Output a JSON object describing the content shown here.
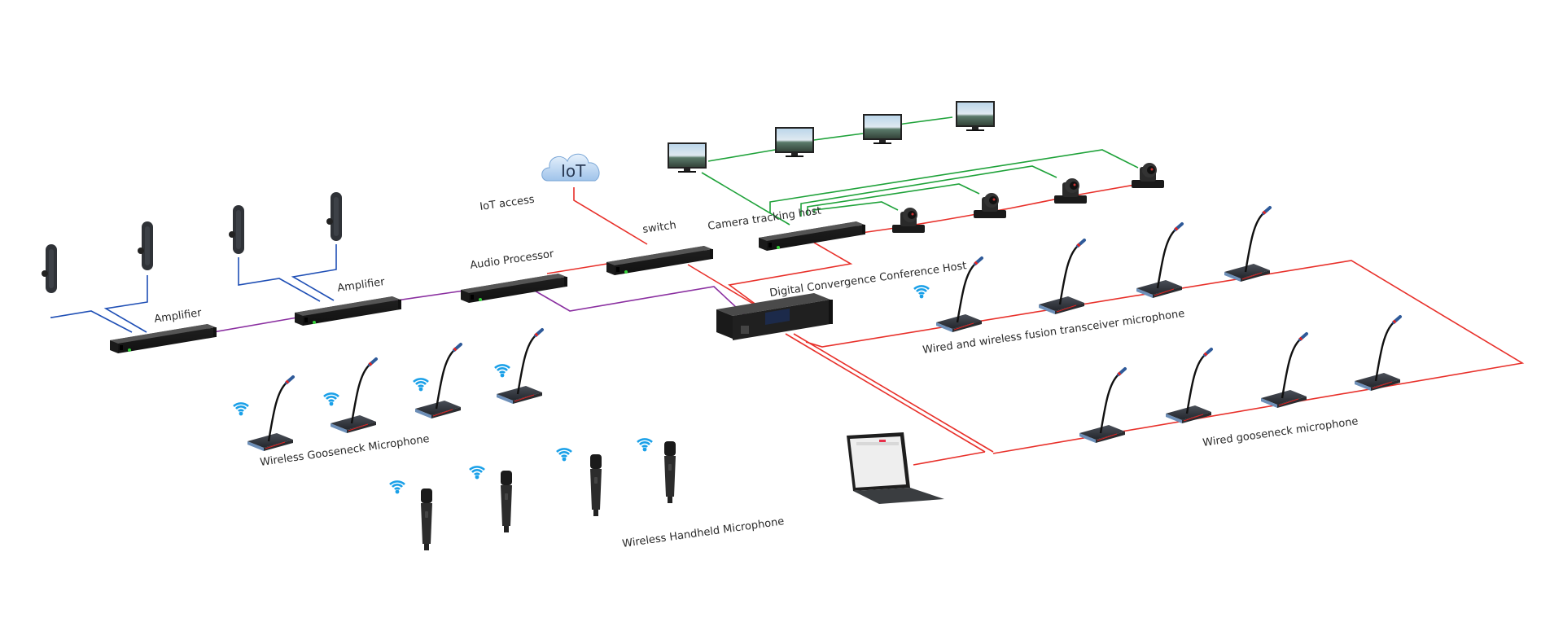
{
  "title": "Digital convergence conference system topology",
  "colors": {
    "audio_link": "#1f4fb5",
    "amp_link": "#8a2fa0",
    "network_link": "#e8302a",
    "video_link": "#1fa23a",
    "wifi": "#1aa0e8",
    "device_dark": "#2d2d2d"
  },
  "labels": {
    "iot_cloud": "IoT",
    "iot_access": "IoT access",
    "switch": "switch",
    "audio_processor": "Audio Processor",
    "amplifier_1": "Amplifier",
    "amplifier_2": "Amplifier",
    "camera_tracking_host": "Camera tracking host",
    "conference_host": "Digital Convergence Conference Host",
    "fusion_mics": "Wired and wireless fusion transceiver microphone",
    "wired_mics": "Wired gooseneck microphone",
    "wireless_gooseneck": "Wireless Gooseneck Microphone",
    "wireless_handheld": "Wireless Handheld Microphone"
  },
  "devices": {
    "speakers": [
      "column-speaker",
      "column-speaker",
      "column-speaker",
      "column-speaker"
    ],
    "displays": [
      "display",
      "display",
      "display",
      "display"
    ],
    "cameras": [
      "ptz-camera",
      "ptz-camera",
      "ptz-camera",
      "ptz-camera"
    ],
    "fusion_mics": [
      "gooseneck-mic",
      "gooseneck-mic",
      "gooseneck-mic",
      "gooseneck-mic"
    ],
    "wired_mics": [
      "gooseneck-mic",
      "gooseneck-mic",
      "gooseneck-mic",
      "gooseneck-mic"
    ],
    "wireless_goosenecks": [
      "gooseneck-mic",
      "gooseneck-mic",
      "gooseneck-mic",
      "gooseneck-mic"
    ],
    "handhelds": [
      "handheld-mic",
      "handheld-mic",
      "handheld-mic",
      "handheld-mic"
    ],
    "tablet": "tablet-controller"
  }
}
